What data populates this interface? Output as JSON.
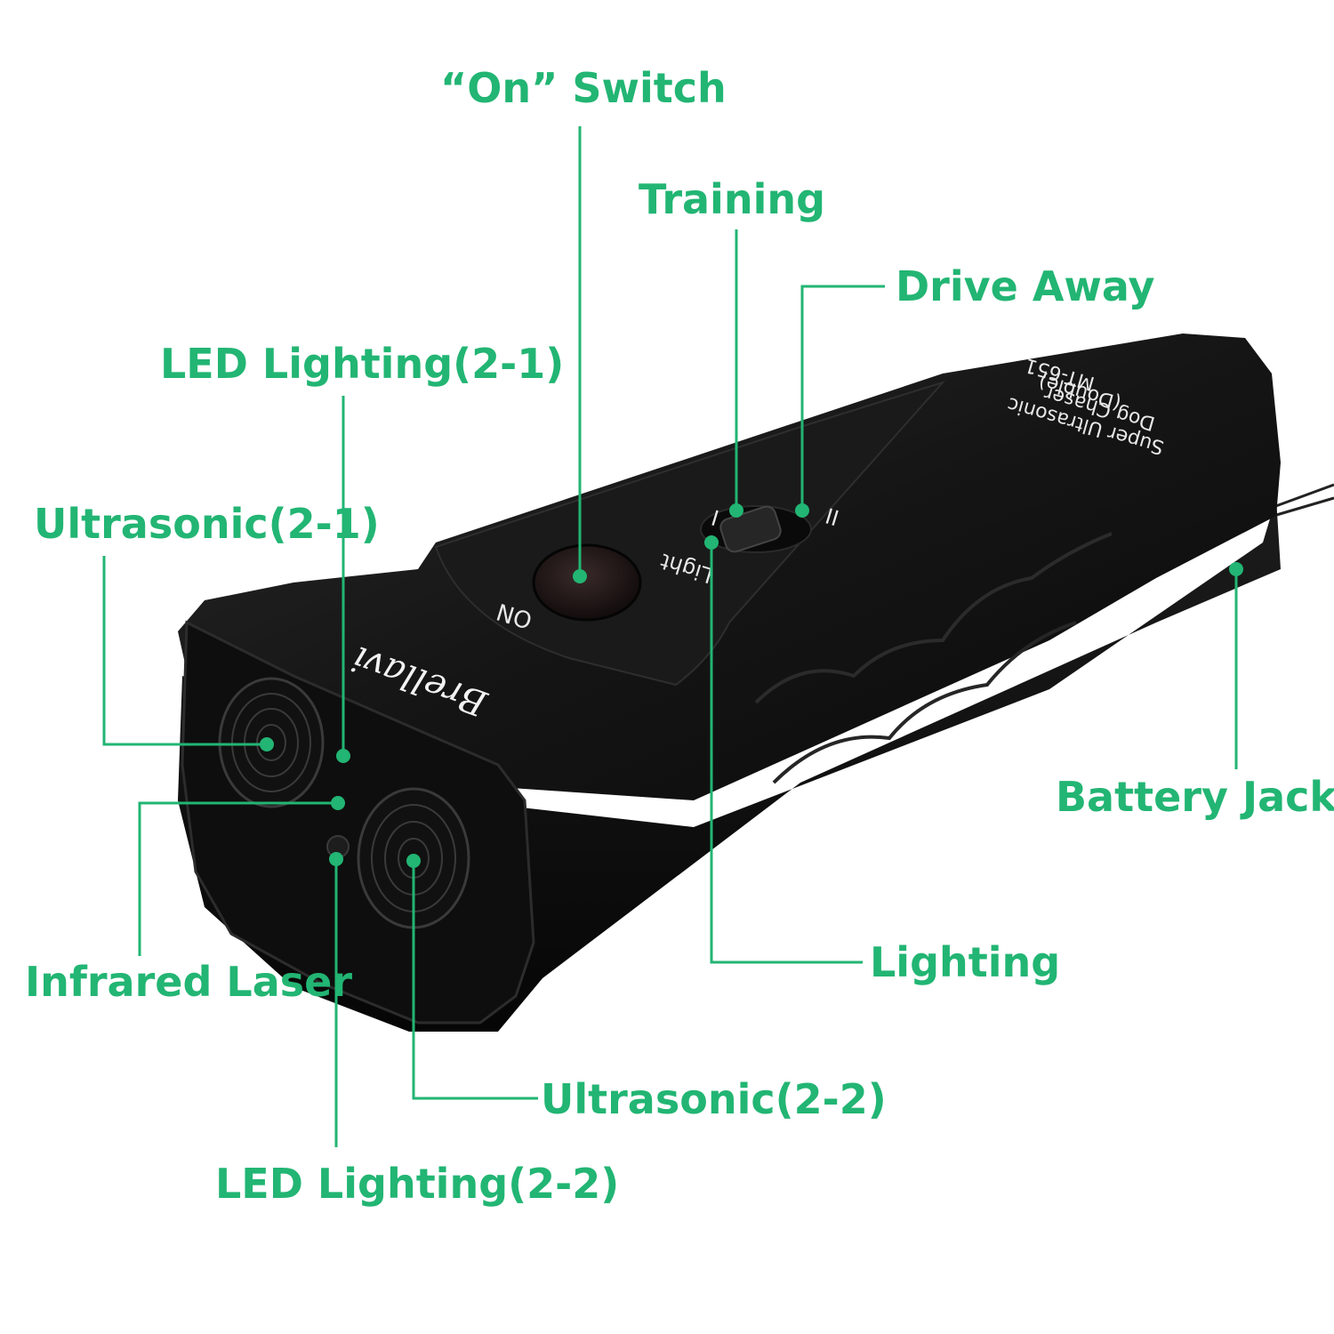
{
  "labels": {
    "on_switch": "“On” Switch",
    "training": "Training",
    "drive_away": "Drive Away",
    "led_lighting_2_1": "LED Lighting(2-1)",
    "ultrasonic_2_1": "Ultrasonic(2-1)",
    "battery_jack": "Battery Jack",
    "lighting": "Lighting",
    "infrared_laser": "Infrared Laser",
    "ultrasonic_2_2": "Ultrasonic(2-2)",
    "led_lighting_2_2": "LED Lighting(2-2)"
  },
  "device": {
    "on_print": "ON",
    "light_print": "Light",
    "position_i": "I",
    "position_ii": "II",
    "model_line_1": "Super Ultrasonic",
    "model_line_2": "Dog Chaser",
    "model_line_3": "(Double)",
    "model_line_4": "MT-651",
    "brand": "Brellavi"
  },
  "colors": {
    "accent": "#22b573",
    "device_body": "#151515",
    "background": "#ffffff"
  }
}
